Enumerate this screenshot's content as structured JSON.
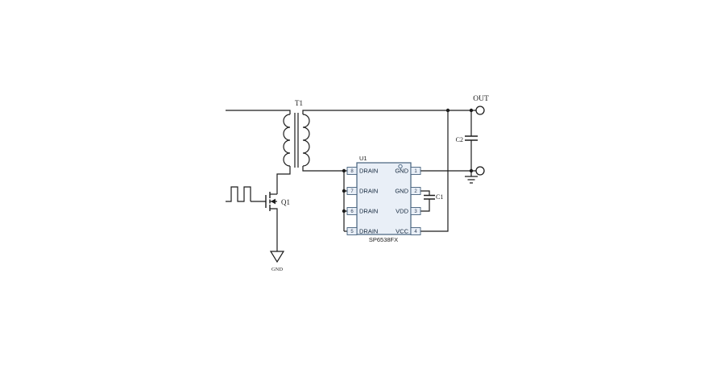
{
  "schematic": {
    "labels": {
      "transformer": "T1",
      "mosfet": "Q1",
      "output": "OUT",
      "ground": "GND",
      "cap1": "C1",
      "cap2": "C2"
    },
    "ic": {
      "ref": "U1",
      "part": "SP6538FX",
      "left_pins": [
        {
          "num": "8",
          "name": "DRAIN"
        },
        {
          "num": "7",
          "name": "DRAIN"
        },
        {
          "num": "6",
          "name": "DRAIN"
        },
        {
          "num": "5",
          "name": "DRAIN"
        }
      ],
      "right_pins": [
        {
          "num": "1",
          "name": "GND"
        },
        {
          "num": "2",
          "name": "GND"
        },
        {
          "num": "3",
          "name": "VDD"
        },
        {
          "num": "4",
          "name": "VCC"
        }
      ]
    },
    "colors": {
      "wire": "#1c1c1c",
      "ic_fill": "#e9eff7",
      "ic_border": "#44607c"
    }
  }
}
